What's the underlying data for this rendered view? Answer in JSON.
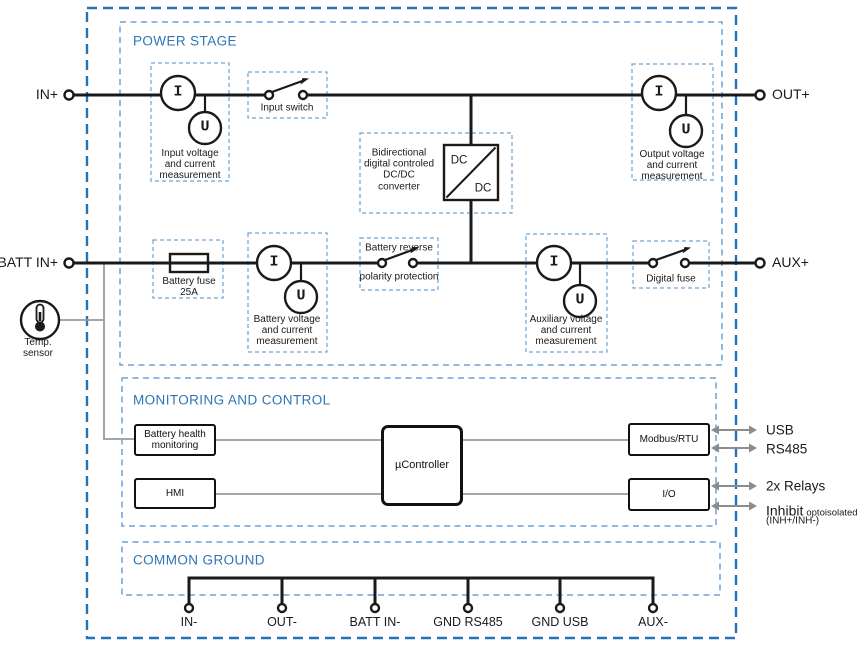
{
  "colors": {
    "accent_blue": "#2e75b6",
    "outer_border_blue": "#2273b8",
    "section_border_blue": "#6aa3d8",
    "wire_black": "#1a1a1a",
    "control_gray": "#9a9a9a"
  },
  "sections": {
    "power_stage": "POWER STAGE",
    "monitoring": "MONITORING AND CONTROL",
    "common_ground": "COMMON GROUND"
  },
  "terminals": {
    "in_plus": "IN+",
    "out_plus": "OUT+",
    "batt_in_plus": "BATT IN+",
    "aux_plus": "AUX+",
    "usb": "USB",
    "rs485": "RS485",
    "relays": "2x Relays",
    "inhibit": "Inhibit",
    "inhibit_note": "optoisolated",
    "inhibit_pins": "(INH+/INH-)",
    "ground": [
      "IN-",
      "OUT-",
      "BATT IN-",
      "GND RS485",
      "GND USB",
      "AUX-"
    ]
  },
  "labels": {
    "input_meas": "Input voltage\nand current\nmeasurement",
    "input_switch": "Input switch",
    "dcdc_desc": "Bidirectional\ndigital controled\nDC/DC\nconverter",
    "dc": "DC",
    "output_meas": "Output voltage\nand current\nmeasurement",
    "battery_fuse": "Battery fuse\n25A",
    "battery_meas": "Battery voltage\nand current\nmeasurement",
    "reverse_top": "Battery reverse",
    "reverse_bottom": "polarity protection",
    "aux_meas": "Auxiliary voltage\nand current\nmeasurement",
    "digital_fuse": "Digital fuse",
    "temp_sensor": "Temp.\nsensor",
    "current": "I",
    "voltage": "U"
  },
  "blocks": {
    "battery_health": "Battery health\nmonitoring",
    "hmi": "HMI",
    "ucontroller": "µController",
    "modbus": "Modbus/RTU",
    "io": "I/O"
  }
}
